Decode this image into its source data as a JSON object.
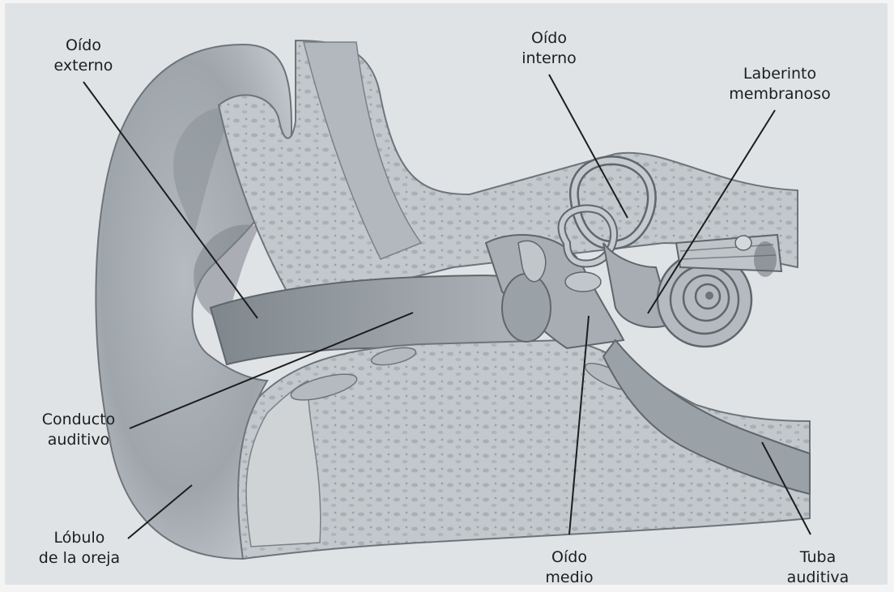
{
  "labels": {
    "oido_externo": {
      "line1": "Oído",
      "line2": "externo"
    },
    "oido_interno": {
      "line1": "Oído",
      "line2": "interno"
    },
    "laberinto": {
      "line1": "Laberinto",
      "line2": "membranoso"
    },
    "conducto": {
      "line1": "Conducto",
      "line2": "auditivo"
    },
    "lobulo": {
      "line1": "Lóbulo",
      "line2": "de la oreja"
    },
    "oido_medio": {
      "line1": "Oído",
      "line2": "medio"
    },
    "tuba": {
      "line1": "Tuba",
      "line2": "auditiva"
    }
  },
  "colors": {
    "plate": "#dfe3e6",
    "tissue": "#c9ced2",
    "bone": "#b9bec3",
    "shadow": "#8e959b",
    "ink": "#1d1d1d"
  }
}
